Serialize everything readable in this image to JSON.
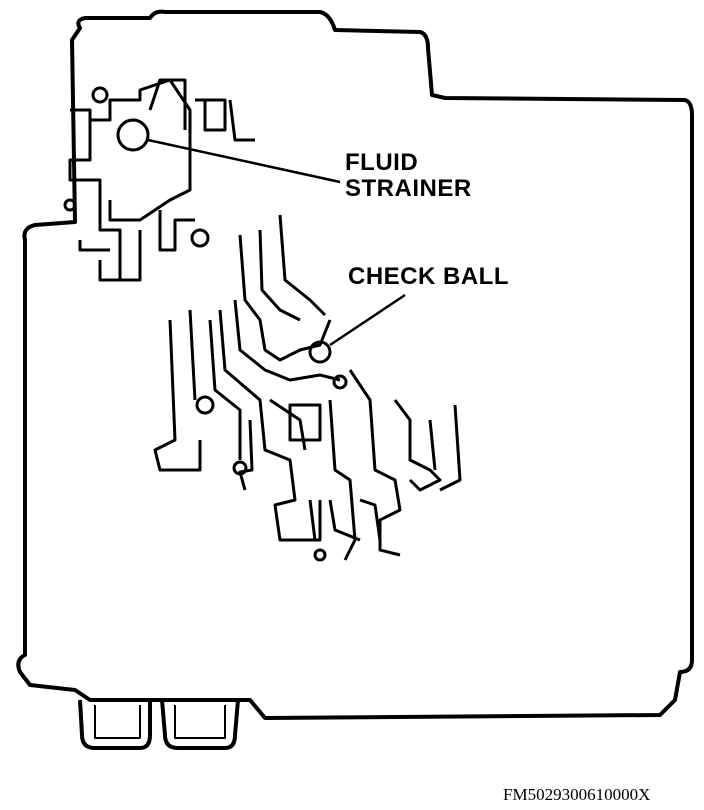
{
  "callouts": {
    "fluid_strainer": [
      "FLUID",
      "STRAINER"
    ],
    "check_ball": "CHECK BALL"
  },
  "figure_code": "FM5029300610000X"
}
